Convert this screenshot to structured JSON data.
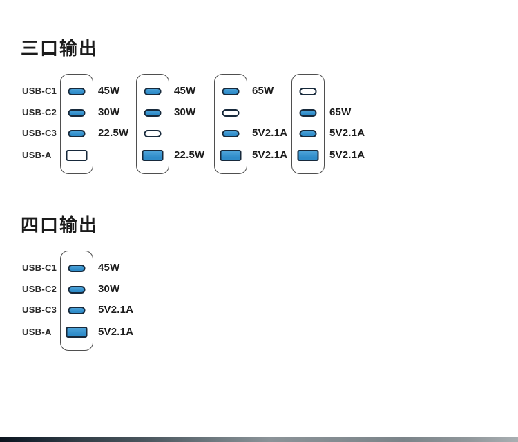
{
  "colors": {
    "port_blue": "#2f8cc9",
    "port_blue_light": "#4da3d9",
    "port_border": "#17293b",
    "charger_outline": "#4f4f4f",
    "text": "#1c1c1c"
  },
  "sections": [
    {
      "title": "三口输出",
      "port_labels": [
        "USB-C1",
        "USB-C2",
        "USB-C3",
        "USB-A"
      ],
      "chargers": [
        {
          "ports": [
            {
              "type": "usb-c",
              "active": true,
              "value": "45W"
            },
            {
              "type": "usb-c",
              "active": true,
              "value": "30W"
            },
            {
              "type": "usb-c",
              "active": true,
              "value": "22.5W"
            },
            {
              "type": "usb-a",
              "active": false,
              "value": ""
            }
          ]
        },
        {
          "ports": [
            {
              "type": "usb-c",
              "active": true,
              "value": "45W"
            },
            {
              "type": "usb-c",
              "active": true,
              "value": "30W"
            },
            {
              "type": "usb-c",
              "active": false,
              "value": ""
            },
            {
              "type": "usb-a",
              "active": true,
              "value": "22.5W"
            }
          ]
        },
        {
          "ports": [
            {
              "type": "usb-c",
              "active": true,
              "value": "65W"
            },
            {
              "type": "usb-c",
              "active": false,
              "value": ""
            },
            {
              "type": "usb-c",
              "active": true,
              "value": "5V2.1A"
            },
            {
              "type": "usb-a",
              "active": true,
              "value": "5V2.1A"
            }
          ]
        },
        {
          "ports": [
            {
              "type": "usb-c",
              "active": false,
              "value": ""
            },
            {
              "type": "usb-c",
              "active": true,
              "value": "65W"
            },
            {
              "type": "usb-c",
              "active": true,
              "value": "5V2.1A"
            },
            {
              "type": "usb-a",
              "active": true,
              "value": "5V2.1A"
            }
          ]
        }
      ]
    },
    {
      "title": "四口输出",
      "port_labels": [
        "USB-C1",
        "USB-C2",
        "USB-C3",
        "USB-A"
      ],
      "chargers": [
        {
          "ports": [
            {
              "type": "usb-c",
              "active": true,
              "value": "45W"
            },
            {
              "type": "usb-c",
              "active": true,
              "value": "30W"
            },
            {
              "type": "usb-c",
              "active": true,
              "value": "5V2.1A"
            },
            {
              "type": "usb-a",
              "active": true,
              "value": "5V2.1A"
            }
          ]
        }
      ]
    }
  ]
}
